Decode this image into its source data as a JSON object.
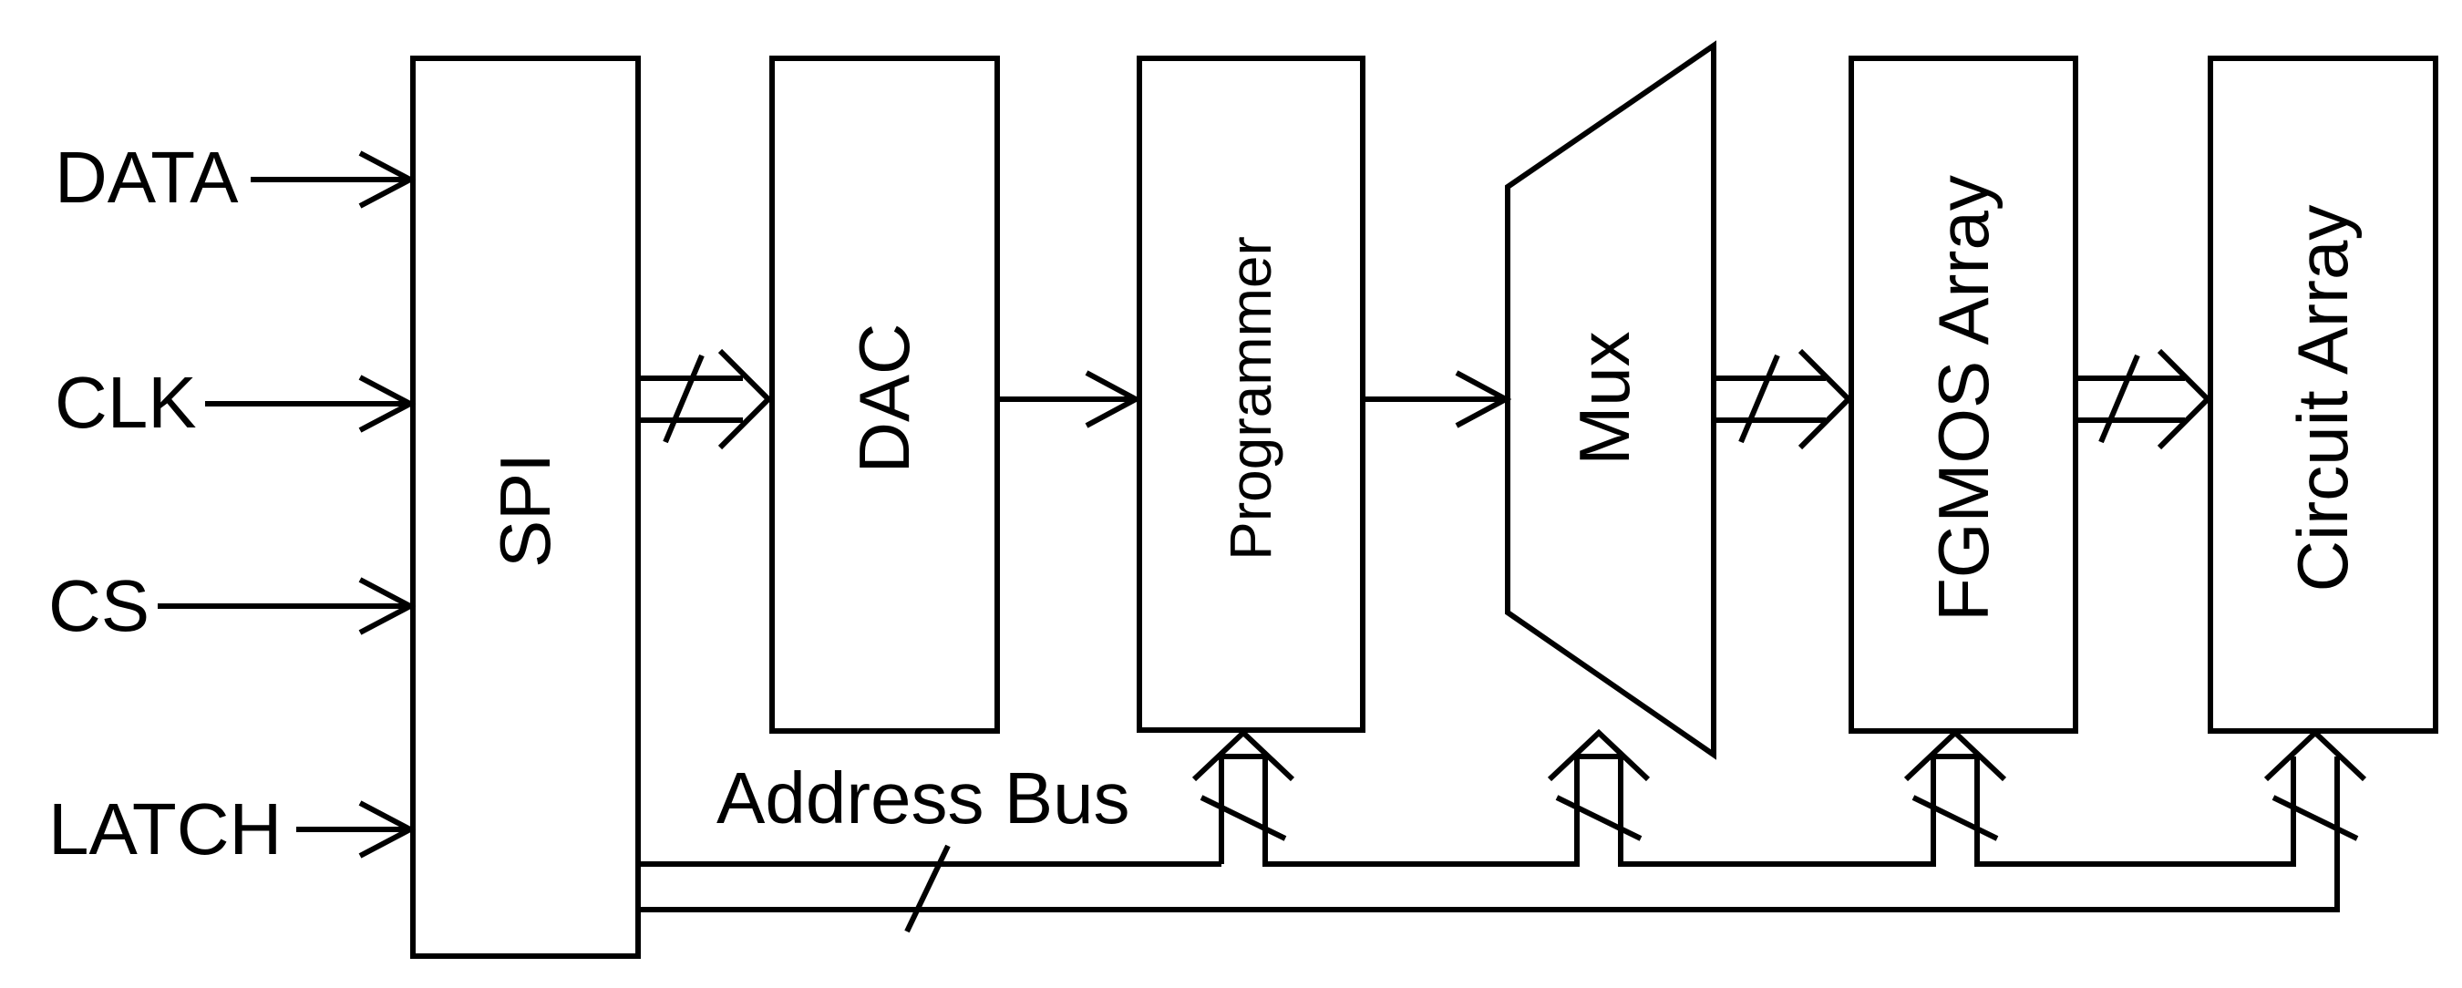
{
  "inputs": {
    "data": "DATA",
    "clk": "CLK",
    "cs": "CS",
    "latch": "LATCH"
  },
  "blocks": {
    "spi": "SPI",
    "dac": "DAC",
    "programmer": "Programmer",
    "mux": "Mux",
    "fgmos": "FGMOS Array",
    "circuit": "Circuit Array"
  },
  "address_bus": "Address Bus",
  "colors": {
    "stroke": "#000000",
    "background": "#ffffff"
  }
}
